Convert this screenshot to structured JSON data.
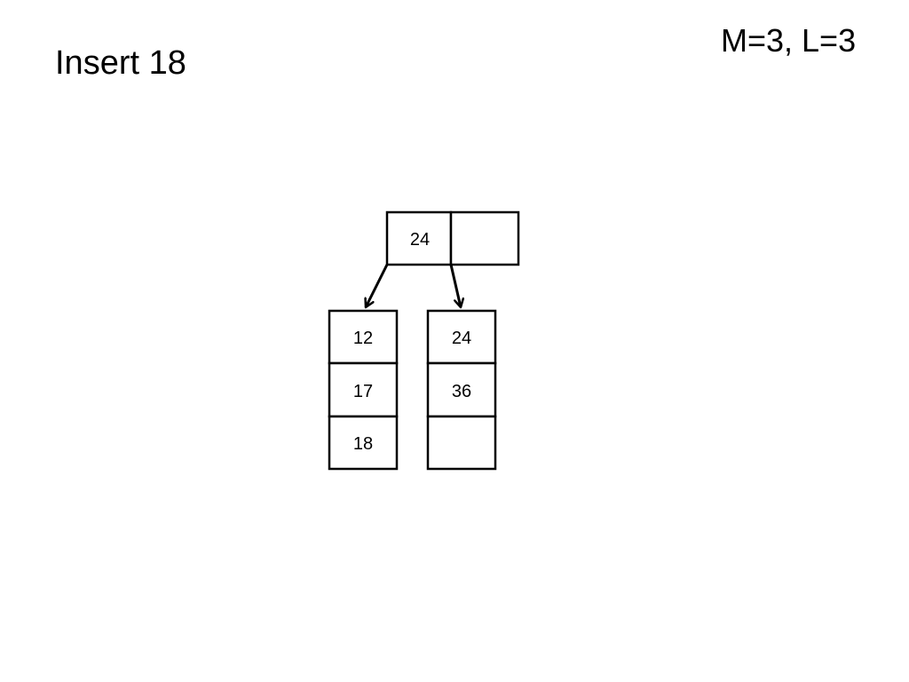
{
  "slide": {
    "title": "Insert 18",
    "params": "M=3, L=3"
  },
  "tree": {
    "root": {
      "keys": [
        "24",
        ""
      ]
    },
    "leaves": [
      {
        "values": [
          "12",
          "17",
          "18"
        ]
      },
      {
        "values": [
          "24",
          "36",
          ""
        ]
      }
    ]
  }
}
